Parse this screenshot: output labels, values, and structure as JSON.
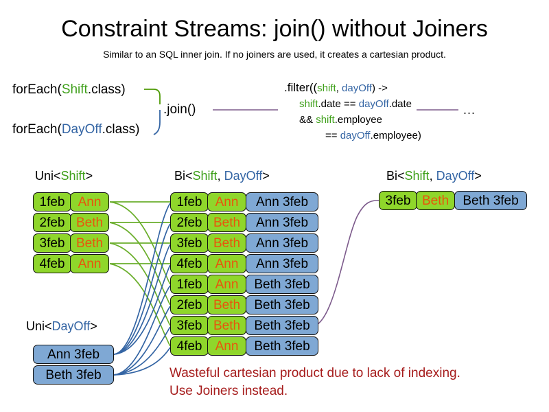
{
  "header": {
    "title": "Constraint Streams: join() without Joiners",
    "subtitle": "Similar to an SQL inner join. If no joiners are used, it creates a cartesian product."
  },
  "code": {
    "foreach_shift": {
      "prefix": "forEach(",
      "type": "Shift",
      "suffix": ".class)"
    },
    "foreach_dayoff": {
      "prefix": "forEach(",
      "type": "DayOff",
      "suffix": ".class)"
    },
    "join_label": ".join()",
    "ellipsis": "…",
    "filter": {
      "line1_a": ".filter((",
      "line1_shift": "shift",
      "line1_comma": ", ",
      "line1_dayoff": "dayOff",
      "line1_b": ") ->",
      "line2_shift": "shift",
      "line2_a": ".date == ",
      "line2_dayoff": "dayOff",
      "line2_b": ".date",
      "line3_a": "&& ",
      "line3_shift": "shift",
      "line3_b": ".employee",
      "line4_a": "== ",
      "line4_dayoff": "dayOff",
      "line4_b": ".employee)"
    }
  },
  "labels": {
    "uni_shift": {
      "prefix": "Uni<",
      "type": "Shift",
      "suffix": ">"
    },
    "bi_middle": {
      "prefix": "Bi<",
      "type1": "Shift",
      "sep": ", ",
      "type2": "DayOff",
      "suffix": ">"
    },
    "bi_right": {
      "prefix": "Bi<",
      "type1": "Shift",
      "sep": ", ",
      "type2": "DayOff",
      "suffix": ">"
    },
    "uni_dayoff": {
      "prefix": "Uni<",
      "type": "DayOff",
      "suffix": ">"
    }
  },
  "streams": {
    "uni_shift_rows": [
      {
        "date": "1feb",
        "name": "Ann"
      },
      {
        "date": "2feb",
        "name": "Beth"
      },
      {
        "date": "3feb",
        "name": "Beth"
      },
      {
        "date": "4feb",
        "name": "Ann"
      }
    ],
    "uni_dayoff_rows": [
      {
        "dayoff": "Ann 3feb"
      },
      {
        "dayoff": "Beth 3feb"
      }
    ],
    "bi_middle_rows": [
      {
        "date": "1feb",
        "name": "Ann",
        "dayoff": "Ann 3feb"
      },
      {
        "date": "2feb",
        "name": "Beth",
        "dayoff": "Ann 3feb"
      },
      {
        "date": "3feb",
        "name": "Beth",
        "dayoff": "Ann 3feb"
      },
      {
        "date": "4feb",
        "name": "Ann",
        "dayoff": "Ann 3feb"
      },
      {
        "date": "1feb",
        "name": "Ann",
        "dayoff": "Beth 3feb"
      },
      {
        "date": "2feb",
        "name": "Beth",
        "dayoff": "Beth 3feb"
      },
      {
        "date": "3feb",
        "name": "Beth",
        "dayoff": "Beth 3feb"
      },
      {
        "date": "4feb",
        "name": "Ann",
        "dayoff": "Beth 3feb"
      }
    ],
    "bi_right_rows": [
      {
        "date": "3feb",
        "name": "Beth",
        "dayoff": "Beth 3feb"
      }
    ]
  },
  "warning": {
    "line1": "Wasteful cartesian product due to lack of indexing.",
    "line2": "Use Joiners instead."
  },
  "colors": {
    "shift_green": "#8FD62B",
    "dayoff_blue": "#7FA8D4",
    "name_orange": "#E8550C",
    "type_green": "#3FA01B",
    "type_blue": "#3465A4",
    "warning_red": "#A61C1C",
    "wire_purple": "#7D5B8C"
  }
}
